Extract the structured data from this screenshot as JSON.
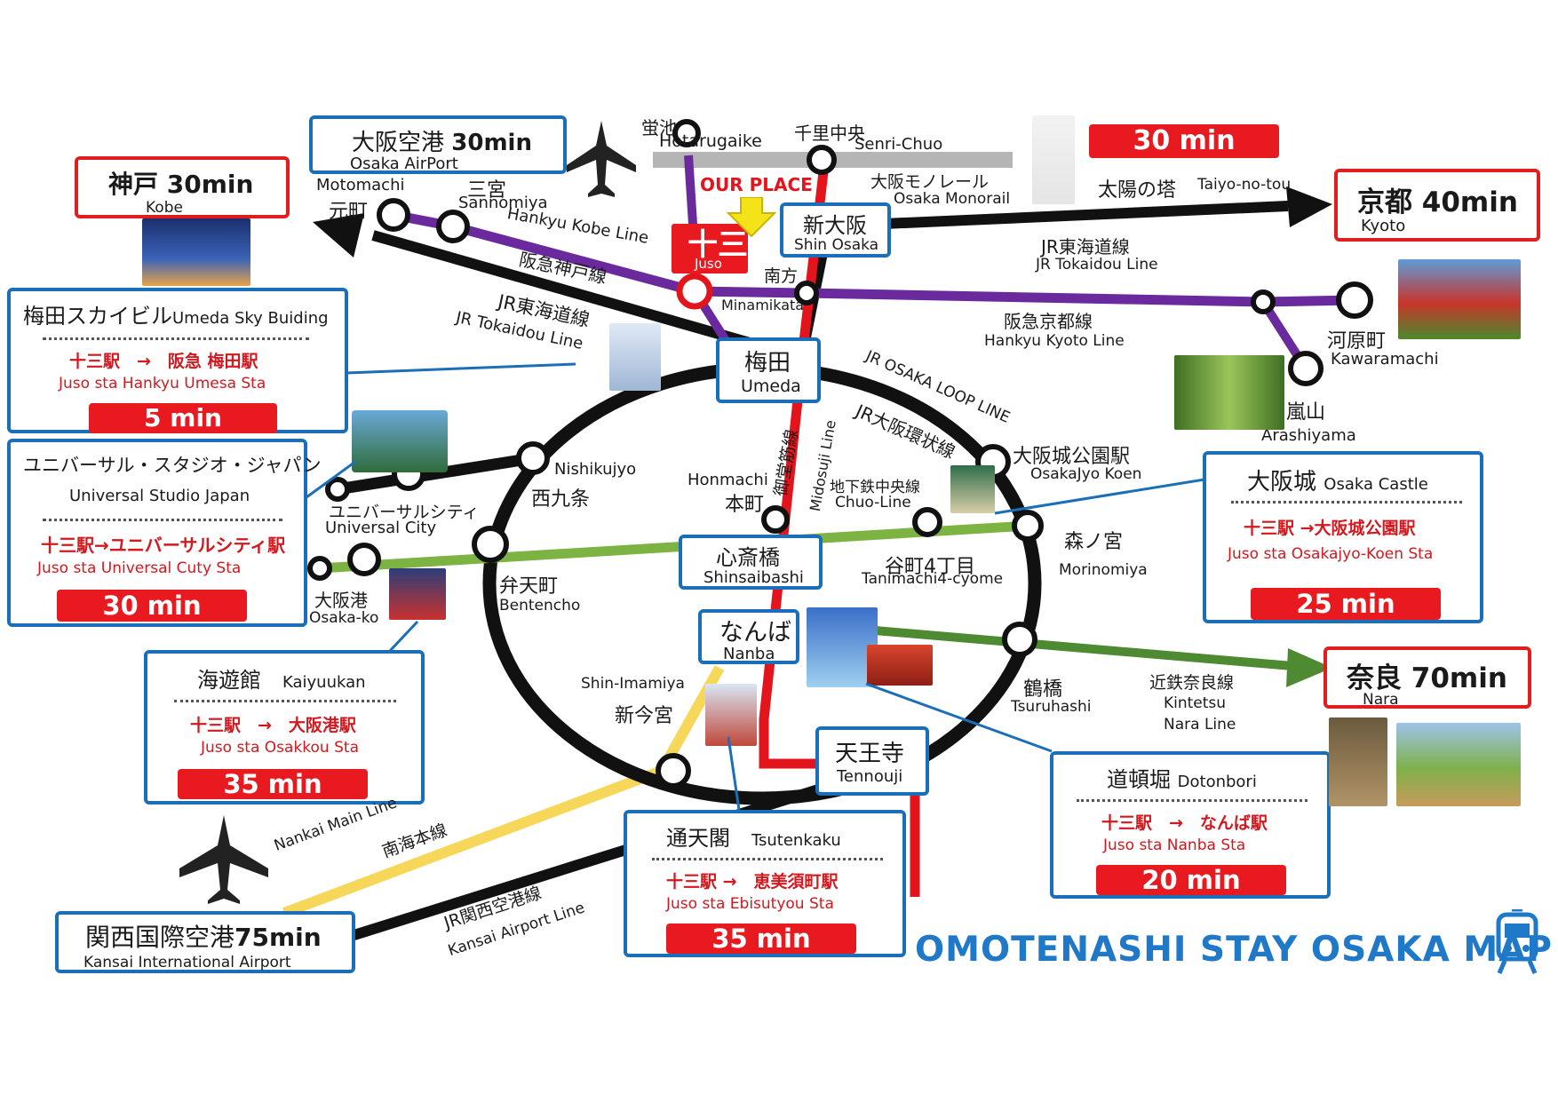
{
  "title": "OMOTENASHI STAY OSAKA  MAP",
  "our_place": "OUR PLACE",
  "lines": {
    "hankyu_kobe_jp": "阪急神戸線",
    "hankyu_kobe_en": "Hankyu Kobe Line",
    "jr_tokaido_left_jp": "JR東海道線",
    "jr_tokaido_left_en": "JR Tokaidou Line",
    "jr_tokaido_right_jp": "JR東海道線",
    "jr_tokaido_right_en": "JR Tokaidou Line",
    "hankyu_kyoto_jp": "阪急京都線",
    "hankyu_kyoto_en": "Hankyu Kyoto Line",
    "loop_en": "JR OSAKA LOOP LINE",
    "loop_jp": "JR大阪環状線",
    "midosuji_jp": "御堂筋線",
    "midosuji_en": "Midosuji Line",
    "chuo_jp": "地下鉄中央線",
    "chuo_en": "Chuo-Line",
    "monorail_jp": "大阪モノレール",
    "monorail_en": "Osaka Monorail",
    "kintetsu_jp": "近鉄奈良線",
    "kintetsu_en1": "Kintetsu",
    "kintetsu_en2": "Nara Line",
    "nankai_en": "Nankai Main Line",
    "nankai_jp": "南海本線",
    "kansai_jp": "JR関西空港線",
    "kansai_en": "Kansai Airport Line"
  },
  "stations": {
    "hotarugaike_jp": "蛍池",
    "hotarugaike_en": "Hotarugaike",
    "senri_jp": "千里中央",
    "senri_en": "Senri-Chuo",
    "motomachi_en": "Motomachi",
    "motomachi_jp": "元町",
    "sannomiya_jp": "三宮",
    "sannomiya_en": "Sannomiya",
    "juso_jp": "十三",
    "juso_en": "Juso",
    "minamikata_jp": "南方",
    "minamikata_en": "Minamikata",
    "shinosaka_jp": "新大阪",
    "shinosaka_en": "Shin Osaka",
    "umeda_jp": "梅田",
    "umeda_en": "Umeda",
    "kawaramachi_jp": "河原町",
    "kawaramachi_en": "Kawaramachi",
    "arashiyama_jp": "嵐山",
    "arashiyama_en": "Arashiyama",
    "taiyo_jp": "太陽の塔",
    "taiyo_en": "Taiyo-no-tou",
    "nishikujo_en": "Nishikujyo",
    "nishikujo_jp": "西九条",
    "usj_city_jp": "ユニバーサルシティ",
    "usj_city_en": "Universal City",
    "honmachi_en": "Honmachi",
    "honmachi_jp": "本町",
    "osakajo_koen_jp": "大阪城公園駅",
    "osakajo_koen_en": "OsakaJyo Koen",
    "morinomiya_jp": "森ノ宮",
    "morinomiya_en": "Morinomiya",
    "tanimachi_jp": "谷町4丁目",
    "tanimachi_en": "Tanimachi4-cyome",
    "shinsaibashi_jp": "心斎橋",
    "shinsaibashi_en": "Shinsaibashi",
    "bentencho_jp": "弁天町",
    "bentencho_en": "Bentencho",
    "osakako_jp": "大阪港",
    "osakako_en": "Osaka-ko",
    "nanba_jp": "なんば",
    "nanba_en": "Nanba",
    "shinimamiya_en": "Shin-Imamiya",
    "shinimamiya_jp": "新今宮",
    "tsuruhashi_jp": "鶴橋",
    "tsuruhashi_en": "Tsuruhashi",
    "tennouji_jp": "天王寺",
    "tennouji_en": "Tennouji"
  },
  "destinations": {
    "kobe": {
      "jp": "神戸",
      "time": "30min",
      "en": "Kobe"
    },
    "airport": {
      "jp": "大阪空港",
      "time": "30min",
      "en": "Osaka AirPort"
    },
    "monorail_time": "30 min",
    "kyoto": {
      "jp": "京都",
      "time": "40min",
      "en": "Kyoto"
    },
    "nara": {
      "jp": "奈良",
      "time": "70min",
      "en": "Nara"
    },
    "kansai": {
      "jp": "関西国際空港",
      "time": "75min",
      "en": "Kansai International  Airport"
    }
  },
  "infoboxes": {
    "sky": {
      "jp": "梅田スカイビル",
      "en": "Umeda Sky Buiding",
      "route_jp": "十三駅　→　阪急 梅田駅",
      "route_en": "Juso sta    Hankyu Umesa Sta",
      "time": "5 min"
    },
    "usj": {
      "jp": "ユニバーサル・スタジオ・ジャパン",
      "en": "Universal Studio Japan",
      "route_jp": "十三駅→ユニバーサルシティ駅",
      "route_en": "Juso sta    Universal Cuty Sta",
      "time": "30 min"
    },
    "kaiyukan": {
      "jp": "海遊館",
      "en": "Kaiyuukan",
      "route_jp": "十三駅　→　大阪港駅",
      "route_en": "Juso sta    Osakkou Sta",
      "time": "35 min"
    },
    "castle": {
      "jp": "大阪城",
      "en": "Osaka Castle",
      "route_jp": "十三駅 →大阪城公園駅",
      "route_en": "Juso sta    Osakajyo-Koen Sta",
      "time": "25 min"
    },
    "tsutenkaku": {
      "jp": "通天閣",
      "en": "Tsutenkaku",
      "route_jp": "十三駅 →　恵美須町駅",
      "route_en": "Juso sta    Ebisutyou Sta",
      "time": "35 min"
    },
    "dotonbori": {
      "jp": "道頓堀",
      "en": "Dotonbori",
      "route_jp": "十三駅　→　なんば駅",
      "route_en": "Juso sta    Nanba Sta",
      "time": "20 min"
    }
  },
  "colors": {
    "jr_black": "#111111",
    "hankyu_purple": "#6a2a9e",
    "midosuji_red": "#e3141b",
    "chuo_green": "#7cb342",
    "kintetsu_green": "#4d8a32",
    "nankai_yellow": "#f7d75a",
    "monorail_gray": "#b5b5b5",
    "frame_blue": "#1a6fb8",
    "accent_red": "#e8191f"
  },
  "icons": [
    "airplane-icon",
    "train-icon",
    "arrow-down-icon"
  ]
}
